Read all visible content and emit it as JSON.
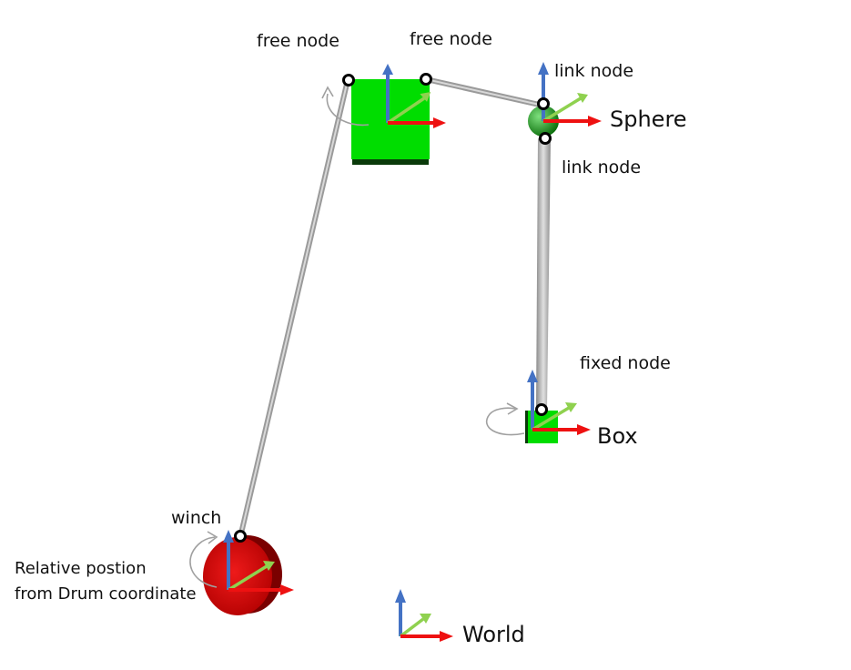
{
  "labels": {
    "free_node_left": "free node",
    "free_node_right": "free node",
    "link_node_top": "link node",
    "link_node_bottom": "link node",
    "sphere": "Sphere",
    "fixed_node": "fixed node",
    "box": "Box",
    "winch": "winch",
    "relative_line1": "Relative postion",
    "relative_line2": "from Drum coordinate",
    "world": "World"
  },
  "colors": {
    "x_axis": "#ee1111",
    "y_axis": "#8fd14f",
    "z_axis": "#4472c4",
    "block": "#00dd00",
    "block_shadow": "#0a3a0a",
    "sphere": "#1e9e1e",
    "drum": "#dd0000",
    "cable": "#b0b0b0",
    "node_stroke": "#000000",
    "node_fill": "#ffffff",
    "rotation_arrow": "#999999"
  },
  "icons": {
    "node": "circle-node-icon",
    "coordinate_frame": "xyz-axes-icon",
    "rotation": "curved-arrow-icon"
  }
}
